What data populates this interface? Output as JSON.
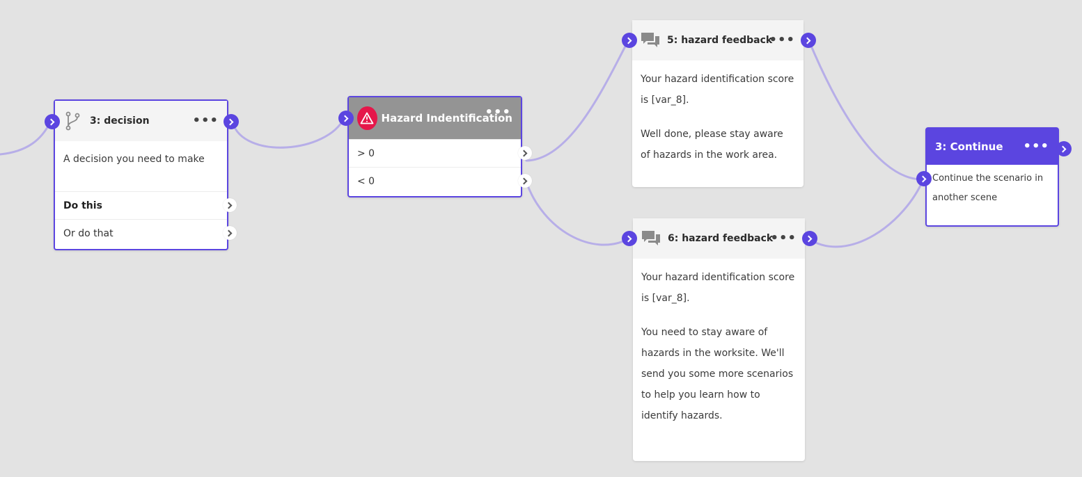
{
  "nodes": {
    "decision": {
      "title": "3: decision",
      "body": "A decision you need to make",
      "options": [
        "Do this",
        "Or do that"
      ]
    },
    "hazard": {
      "title": "Hazard Indentification",
      "options": [
        "> 0",
        "< 0"
      ]
    },
    "feedback5": {
      "title": "5: hazard feedback",
      "paragraphs": [
        "Your hazard identification score is [var_8].",
        "Well done, please stay aware of hazards in the work area."
      ]
    },
    "feedback6": {
      "title": "6: hazard feedback",
      "paragraphs": [
        "Your hazard identification score is [var_8].",
        "You need to stay aware of hazards in the worksite. We'll send you some more scenarios to help you learn how to identify hazards."
      ]
    },
    "continue": {
      "title": "3: Continue",
      "body": "Continue the scenario in another scene"
    }
  },
  "menu_glyph": "•••",
  "colors": {
    "accent": "#5b45e0",
    "connector": "#b7aee8",
    "warning": "#e5174a",
    "canvas": "#e3e3e3"
  }
}
